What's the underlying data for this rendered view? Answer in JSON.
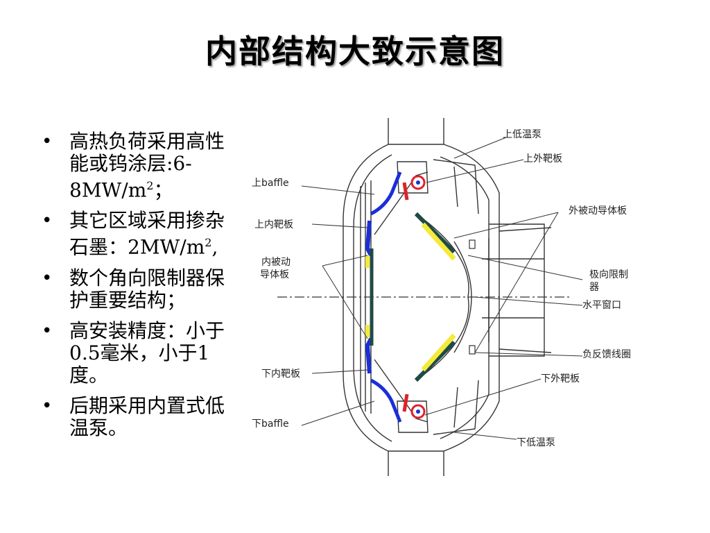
{
  "slide": {
    "title": "内部结构大致示意图",
    "bullets": [
      {
        "parts": [
          "高热负荷采用高性能或钨涂层:6-8MW/m",
          "2",
          "；"
        ]
      },
      {
        "parts": [
          "其它区域采用掺杂石墨：2MW/m",
          "2",
          ","
        ]
      },
      {
        "parts": [
          "数个角向限制器保护重要结构；",
          "",
          ""
        ]
      },
      {
        "parts": [
          "高安装精度：小于0.5毫米，小于1度。",
          "",
          ""
        ]
      },
      {
        "parts": [
          "后期采用内置式低温泵。",
          "",
          ""
        ]
      }
    ]
  },
  "diagram_labels": {
    "upper_cryopump": "上低温泵",
    "upper_outer_target": "上外靶板",
    "upper_baffle": "上baffle",
    "outer_passive_plate": "外被动导体板",
    "upper_inner_target": "上内靶板",
    "inner_passive_plate_1": "内被动",
    "inner_passive_plate_2": "导体板",
    "poloidal_limiter_1": "极向限制",
    "poloidal_limiter_2": "器",
    "horizontal_port": "水平窗口",
    "feedback_coil": "负反馈线圈",
    "lower_inner_target": "下内靶板",
    "lower_outer_target": "下外靶板",
    "lower_baffle": "下baffle",
    "lower_cryopump": "下低温泵"
  },
  "colors": {
    "blue": "#1a2fd6",
    "dark_green": "#1f4a45",
    "yellow": "#f4ea3a",
    "red": "#e0202a",
    "line": "#333333"
  }
}
